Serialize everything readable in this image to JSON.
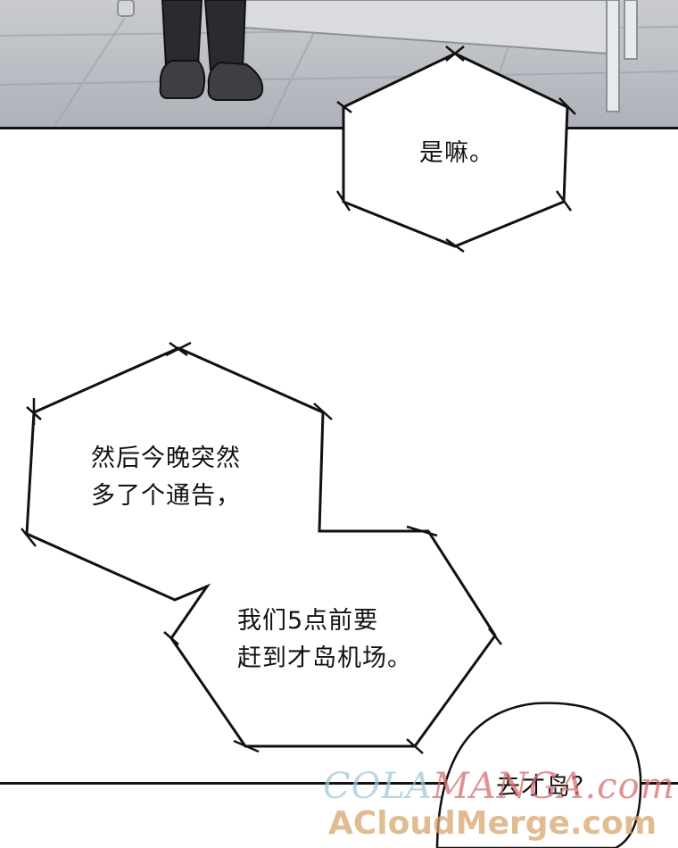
{
  "bubbles": {
    "b1": {
      "line1": "是嘛。"
    },
    "b2": {
      "line1": "然后今晚突然",
      "line2": "多了个通告，"
    },
    "b3": {
      "line1": "我们5点前要",
      "line2": "赶到才岛机场。"
    },
    "b4": {
      "line1": "去才岛？"
    }
  },
  "watermark": {
    "line1_part1": "COLA",
    "line1_part2": "MANGA",
    "line1_part3": ".com",
    "line2": "ACloudMerge.com"
  },
  "colors": {
    "line": "#111111",
    "floor": "#b9bcc2",
    "watermark_blue": "#a0c8d7",
    "watermark_red": "#d76e6e",
    "watermark_orange": "#d7a56e"
  }
}
